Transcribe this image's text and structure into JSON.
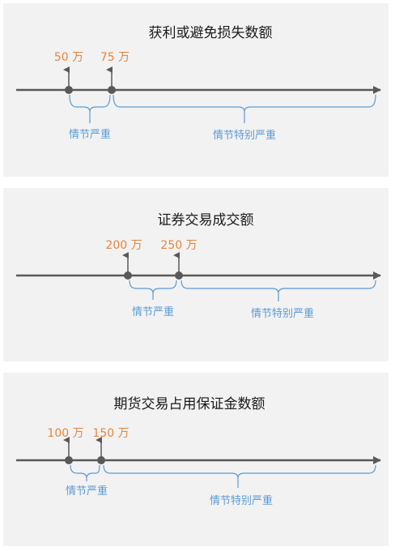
{
  "panels": [
    {
      "title": "获利或避免损失数额",
      "thresholds": [
        {
          "value": "50 万",
          "label": "情节严重"
        },
        {
          "value": "75 万",
          "label": "情节特别严重"
        }
      ]
    },
    {
      "title": "证券交易成交额",
      "thresholds": [
        {
          "value": "200 万",
          "label": "情节严重"
        },
        {
          "value": "250 万",
          "label": "情节特别严重"
        }
      ]
    },
    {
      "title": "期货交易占用保证金数额",
      "thresholds": [
        {
          "value": "100 万",
          "label": "情节严重"
        },
        {
          "value": "150 万",
          "label": "情节特别严重"
        }
      ]
    }
  ],
  "colors": {
    "axis": "#595959",
    "amount": "#e8833a",
    "bracket": "#5b9bd5",
    "panel_bg": "#f2f2f2"
  }
}
